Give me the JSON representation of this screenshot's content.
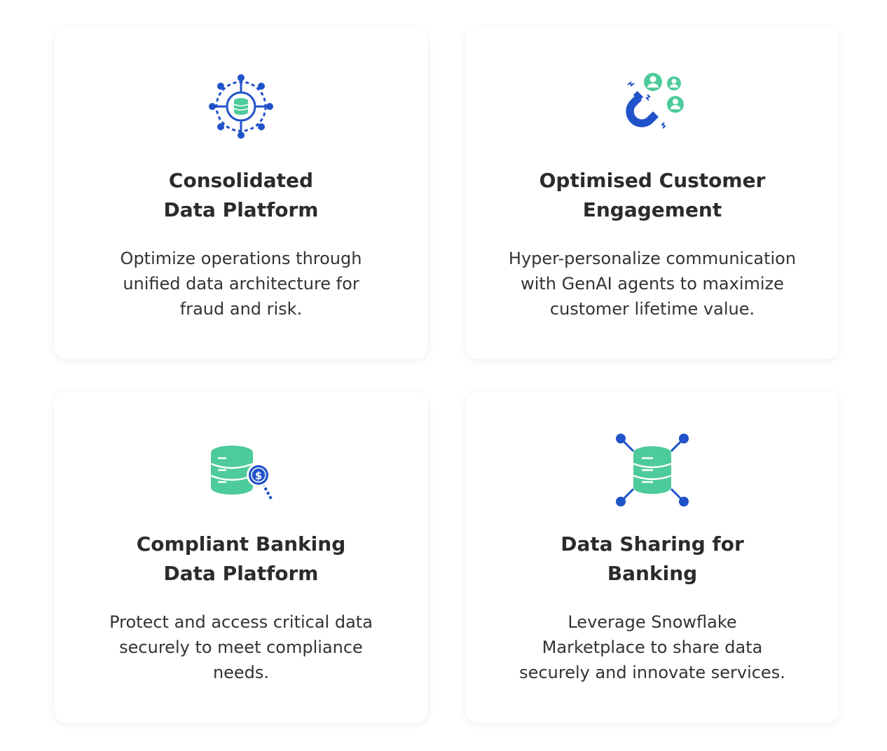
{
  "colors": {
    "blue": "#2052c9",
    "green": "#4ecb9a",
    "title": "#2b2b2b",
    "text": "#333333"
  },
  "cards": [
    {
      "icon": "network-database-icon",
      "title_lines": [
        "Consolidated",
        "Data Platform"
      ],
      "desc_lines": [
        "Optimize operations through",
        "unified data architecture for",
        "fraud and risk."
      ]
    },
    {
      "icon": "magnet-customers-icon",
      "title_lines": [
        "Optimised Customer",
        "Engagement"
      ],
      "desc_lines": [
        "Hyper-personalize communication",
        "with GenAI agents to maximize",
        "customer lifetime value."
      ]
    },
    {
      "icon": "database-search-dollar-icon",
      "title_lines": [
        "Compliant Banking",
        "Data Platform"
      ],
      "desc_lines": [
        "Protect and access critical data",
        "securely to meet compliance",
        "needs."
      ]
    },
    {
      "icon": "database-sharing-icon",
      "title_lines": [
        "Data Sharing for",
        "Banking"
      ],
      "desc_lines": [
        "Leverage Snowflake",
        "Marketplace to share data",
        "securely and innovate services."
      ]
    }
  ]
}
